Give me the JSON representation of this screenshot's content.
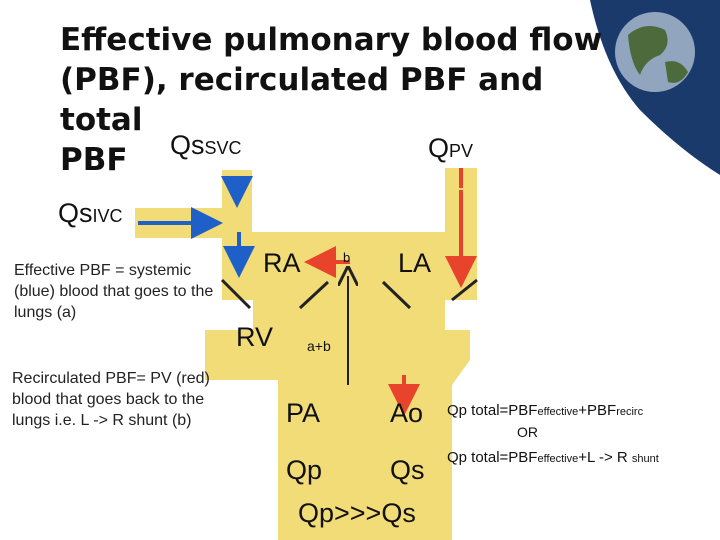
{
  "title": "Effective pulmonary blood flow\n(PBF), recirculated PBF and total\nPBF",
  "labels": {
    "qs_svc_main": "Qs",
    "qs_svc_sub": "SVC",
    "qpv_main": "Q",
    "qpv_sub": "PV",
    "qs_ivc_main": "Qs",
    "qs_ivc_sub": "IVC",
    "ra": "RA",
    "la": "LA",
    "rv": "RV",
    "b": "b",
    "a_plus_b": "a+b",
    "pa": "PA",
    "ao": "Ao",
    "qp": "Qp",
    "qs": "Qs",
    "qp_gt_qs": "Qp>>>Qs"
  },
  "notes": {
    "effective": "Effective PBF = systemic (blue) blood that goes to the lungs (a)",
    "recirculated": "Recirculated PBF= PV (red) blood that goes back to the lungs i.e. L -> R shunt (b)"
  },
  "formulas": {
    "f1_prefix": "Qp total=PBF",
    "f1_sub1": "effective",
    "f1_plus": "+PBF",
    "f1_sub2": "recirc",
    "or": "OR",
    "f2_prefix": "Qp total=PBF",
    "f2_sub1": "effective",
    "f2_mid": "+L -> R ",
    "f2_sub2": "shunt"
  },
  "colors": {
    "heart_fill": "#f2dc78",
    "blue_arrow": "#1f5fc8",
    "red_arrow": "#e8442c",
    "banner": "#1a3a6b"
  },
  "icons": [
    "globe-icon"
  ]
}
